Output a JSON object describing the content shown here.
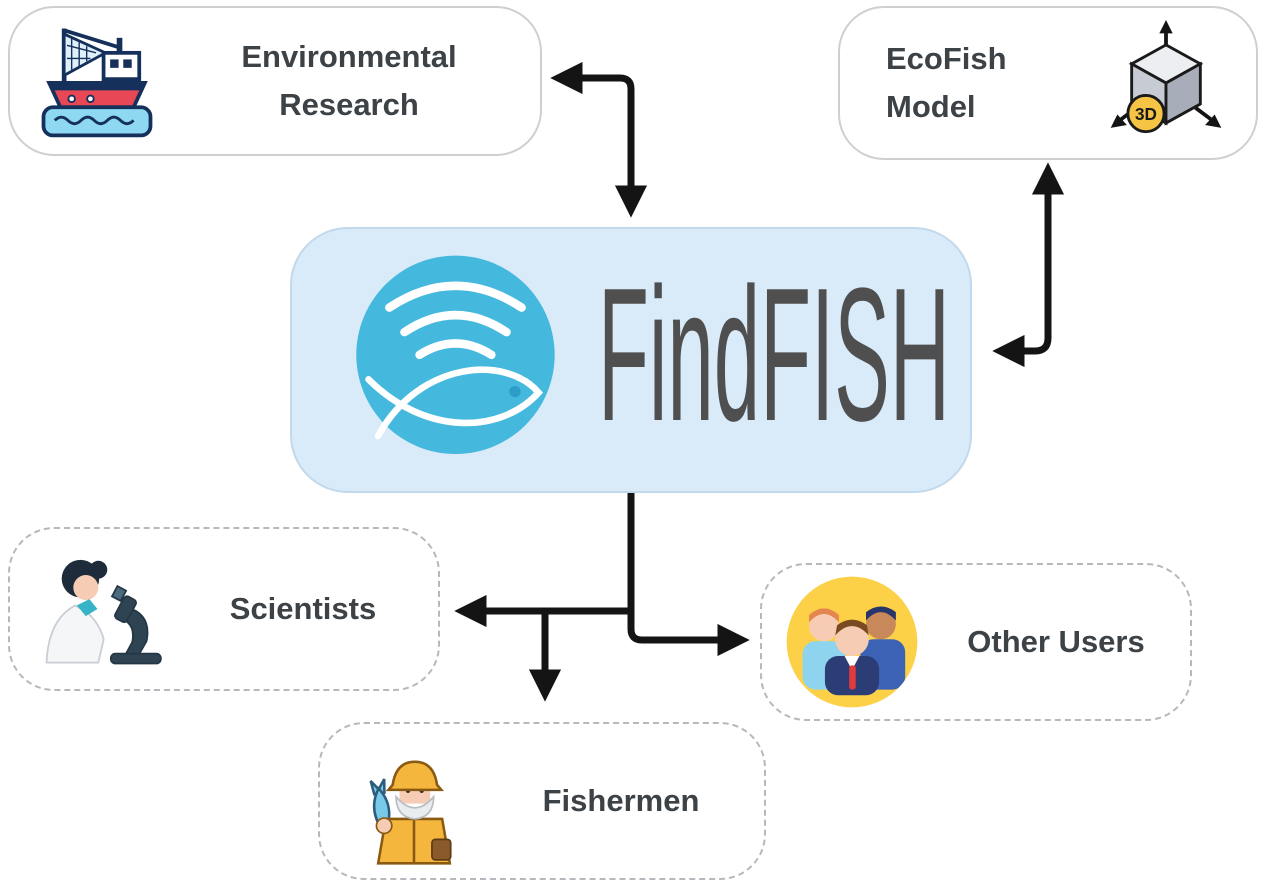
{
  "center": {
    "title": "FindFISH",
    "bg_color": "#d9eaf8",
    "logo_color": "#45b8de"
  },
  "nodes": {
    "environmental_research": {
      "line1": "Environmental",
      "line2": "Research",
      "icon": "fishing-boat-icon",
      "border": "solid"
    },
    "ecofish_model": {
      "line1": "EcoFish",
      "line2": "Model",
      "icon": "cube-3d-icon",
      "border": "solid",
      "badge": "3D"
    },
    "scientists": {
      "label": "Scientists",
      "icon": "scientist-microscope-icon",
      "border": "dashed"
    },
    "fishermen": {
      "label": "Fishermen",
      "icon": "fisherman-icon",
      "border": "dashed"
    },
    "other_users": {
      "label": "Other Users",
      "icon": "people-group-icon",
      "border": "dashed"
    }
  },
  "edges": [
    {
      "from": "environmental_research",
      "to": "findfish",
      "style": "bidirectional"
    },
    {
      "from": "ecofish_model",
      "to": "findfish",
      "style": "bidirectional"
    },
    {
      "from": "findfish",
      "to": "scientists",
      "style": "arrow"
    },
    {
      "from": "findfish",
      "to": "fishermen",
      "style": "arrow"
    },
    {
      "from": "findfish",
      "to": "other_users",
      "style": "arrow"
    }
  ],
  "colors": {
    "arrow": "#141414",
    "solid_border": "#cfcfcf",
    "dashed_border": "#b5b8bc",
    "label_text": "#3d4247"
  }
}
